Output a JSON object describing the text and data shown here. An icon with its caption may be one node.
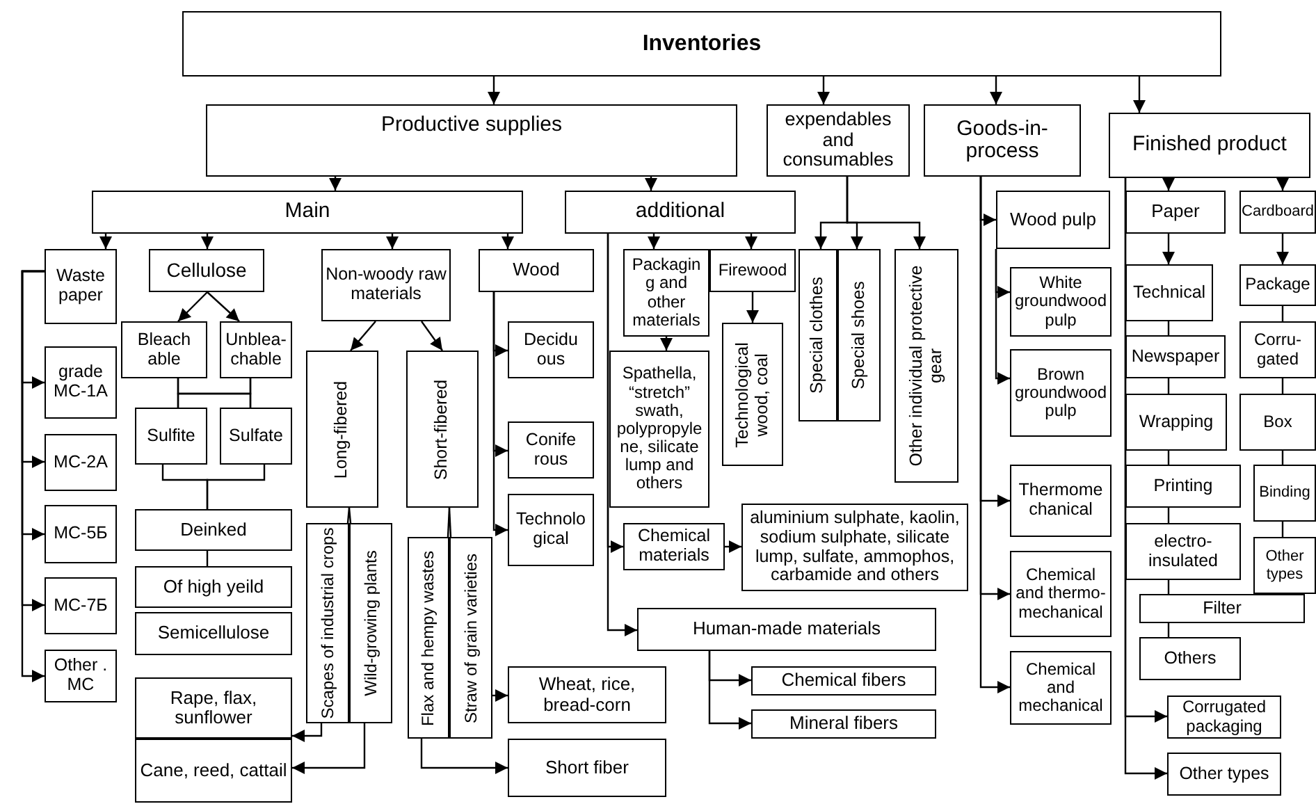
{
  "diagram": {
    "nodes": [
      {
        "text": [
          "Inventories"
        ]
      },
      {
        "text": [
          "Productive supplies"
        ]
      },
      {
        "text": [
          "expendables and consumables"
        ]
      },
      {
        "text": [
          "Goods-in- process"
        ]
      },
      {
        "text": [
          "Finished product"
        ]
      },
      {
        "text": [
          "Main"
        ]
      },
      {
        "text": [
          "additional"
        ]
      },
      {
        "text": [
          "Waste paper"
        ]
      },
      {
        "text": [
          "grade MC-1A"
        ]
      },
      {
        "text": [
          "MC-2A"
        ]
      },
      {
        "text": [
          "MC-5Б"
        ]
      },
      {
        "text": [
          "MC-7Б"
        ]
      },
      {
        "text": [
          "Other . MC"
        ]
      },
      {
        "text": [
          "Cellulose"
        ]
      },
      {
        "text": [
          "Bleach able"
        ]
      },
      {
        "text": [
          "Unblea- chable"
        ]
      },
      {
        "text": [
          "Sulfite"
        ]
      },
      {
        "text": [
          "Sulfate"
        ]
      },
      {
        "text": [
          "Deinked"
        ]
      },
      {
        "text": [
          "Of high yeild"
        ]
      },
      {
        "text": [
          "Semicellulose"
        ]
      },
      {
        "text": [
          "Rape, flax, sunflower"
        ]
      },
      {
        "text": [
          "Cane, reed, cattail"
        ]
      },
      {
        "text": [
          "Non-woody raw materials"
        ]
      },
      {
        "text": [
          "Long-fibered"
        ]
      },
      {
        "text": [
          "Short-fibered"
        ]
      },
      {
        "text": [
          "Scapes of industrial crops"
        ]
      },
      {
        "text": [
          "Wild-growing plants"
        ]
      },
      {
        "text": [
          "Flax and hempy wastes"
        ]
      },
      {
        "text": [
          "Straw of grain varieties"
        ]
      },
      {
        "text": [
          "Wheat, rice, bread-corn"
        ]
      },
      {
        "text": [
          "Short fiber"
        ]
      },
      {
        "text": [
          "Wood"
        ]
      },
      {
        "text": [
          "Decidu ous"
        ]
      },
      {
        "text": [
          "Conife rous"
        ]
      },
      {
        "text": [
          "Technolo gical"
        ]
      },
      {
        "text": [
          "Packagin g and other materials"
        ]
      },
      {
        "text": [
          "Firewood"
        ]
      },
      {
        "text": [
          "Spathella, “stretch” swath, polypropyle ne, silicate lump and others"
        ]
      },
      {
        "text": [
          "Technological wood, coal"
        ]
      },
      {
        "text": [
          "Chemical materials"
        ]
      },
      {
        "text": [
          "aluminium sulphate, kaolin, sodium sulphate, silicate lump, sulfate, ammophos, carbamide and others"
        ]
      },
      {
        "text": [
          "Human-made materials"
        ]
      },
      {
        "text": [
          "Chemical fibers"
        ]
      },
      {
        "text": [
          "Mineral fibers"
        ]
      },
      {
        "text": [
          "Special clothes"
        ]
      },
      {
        "text": [
          "Special shoes"
        ]
      },
      {
        "text": [
          "Other individual protective gear"
        ]
      },
      {
        "text": [
          "Wood pulp"
        ]
      },
      {
        "text": [
          "White groundwood pulp"
        ]
      },
      {
        "text": [
          "Brown groundwood pulp"
        ]
      },
      {
        "text": [
          "Thermome chanical"
        ]
      },
      {
        "text": [
          "Chemical and thermo- mechanical"
        ]
      },
      {
        "text": [
          "Chemical and mechanical"
        ]
      },
      {
        "text": [
          "Paper"
        ]
      },
      {
        "text": [
          "Cardboard"
        ]
      },
      {
        "text": [
          "Technical"
        ]
      },
      {
        "text": [
          "Newspaper"
        ]
      },
      {
        "text": [
          "Wrapping"
        ]
      },
      {
        "text": [
          "Printing"
        ]
      },
      {
        "text": [
          "electro- insulated"
        ]
      },
      {
        "text": [
          "Filter"
        ]
      },
      {
        "text": [
          "Others"
        ]
      },
      {
        "text": [
          "Package"
        ]
      },
      {
        "text": [
          "Corru- gated"
        ]
      },
      {
        "text": [
          "Box"
        ]
      },
      {
        "text": [
          "Binding"
        ]
      },
      {
        "text": [
          "Other types"
        ]
      },
      {
        "text": [
          "Corrugated packaging"
        ]
      },
      {
        "text": [
          "Other types"
        ]
      }
    ],
    "edges": [
      {
        "from": 0,
        "to": 1,
        "arrow": "to"
      },
      {
        "from": 0,
        "to": 2,
        "arrow": "to"
      },
      {
        "from": 0,
        "to": 3,
        "arrow": "to"
      },
      {
        "from": 0,
        "to": 4,
        "arrow": "to"
      },
      {
        "from": 1,
        "to": 5,
        "arrow": "to"
      },
      {
        "from": 1,
        "to": 6,
        "arrow": "to"
      },
      {
        "from": 5,
        "to": 7,
        "arrow": "to"
      },
      {
        "from": 5,
        "to": 13,
        "arrow": "to"
      },
      {
        "from": 5,
        "to": 23,
        "arrow": "to"
      },
      {
        "from": 5,
        "to": 32,
        "arrow": "to"
      },
      {
        "from": 7,
        "to": 8,
        "arrow": "to"
      },
      {
        "from": 7,
        "to": 9,
        "arrow": "to"
      },
      {
        "from": 7,
        "to": 10,
        "arrow": "to"
      },
      {
        "from": 7,
        "to": 11,
        "arrow": "to"
      },
      {
        "from": 7,
        "to": 12,
        "arrow": "to"
      },
      {
        "from": 13,
        "to": 14,
        "arrow": "to"
      },
      {
        "from": 13,
        "to": 15,
        "arrow": "to"
      },
      {
        "from": 14,
        "to": 16,
        "arrow": "none"
      },
      {
        "from": 14,
        "to": 17,
        "arrow": "none"
      },
      {
        "from": 15,
        "to": 16,
        "arrow": "none"
      },
      {
        "from": 15,
        "to": 17,
        "arrow": "none"
      },
      {
        "from": 16,
        "to": 18,
        "arrow": "none"
      },
      {
        "from": 17,
        "to": 18,
        "arrow": "none"
      },
      {
        "from": 18,
        "to": 19,
        "arrow": "none"
      },
      {
        "from": 23,
        "to": 24,
        "arrow": "to"
      },
      {
        "from": 23,
        "to": 25,
        "arrow": "to"
      },
      {
        "from": 24,
        "to": 26,
        "arrow": "none"
      },
      {
        "from": 24,
        "to": 27,
        "arrow": "none"
      },
      {
        "from": 26,
        "to": 21,
        "arrow": "to"
      },
      {
        "from": 27,
        "to": 22,
        "arrow": "to"
      },
      {
        "from": 25,
        "to": 28,
        "arrow": "none"
      },
      {
        "from": 25,
        "to": 29,
        "arrow": "none"
      },
      {
        "from": 29,
        "to": 30,
        "arrow": "to"
      },
      {
        "from": 28,
        "to": 31,
        "arrow": "to"
      },
      {
        "from": 32,
        "to": 33,
        "arrow": "to"
      },
      {
        "from": 32,
        "to": 34,
        "arrow": "to"
      },
      {
        "from": 32,
        "to": 35,
        "arrow": "to"
      },
      {
        "from": 6,
        "to": 36,
        "arrow": "to"
      },
      {
        "from": 6,
        "to": 37,
        "arrow": "to"
      },
      {
        "from": 6,
        "to": 40,
        "arrow": "to"
      },
      {
        "from": 6,
        "to": 42,
        "arrow": "to"
      },
      {
        "from": 36,
        "to": 38,
        "arrow": "to"
      },
      {
        "from": 37,
        "to": 39,
        "arrow": "to"
      },
      {
        "from": 40,
        "to": 41,
        "arrow": "to"
      },
      {
        "from": 42,
        "to": 43,
        "arrow": "to"
      },
      {
        "from": 42,
        "to": 44,
        "arrow": "to"
      },
      {
        "from": 2,
        "to": 45,
        "arrow": "to"
      },
      {
        "from": 2,
        "to": 46,
        "arrow": "to"
      },
      {
        "from": 2,
        "to": 47,
        "arrow": "to"
      },
      {
        "from": 3,
        "to": 48,
        "arrow": "to"
      },
      {
        "from": 3,
        "to": 51,
        "arrow": "to"
      },
      {
        "from": 3,
        "to": 52,
        "arrow": "to"
      },
      {
        "from": 3,
        "to": 53,
        "arrow": "to"
      },
      {
        "from": 48,
        "to": 49,
        "arrow": "to"
      },
      {
        "from": 48,
        "to": 50,
        "arrow": "to"
      },
      {
        "from": 4,
        "to": 54,
        "arrow": "to"
      },
      {
        "from": 4,
        "to": 55,
        "arrow": "to"
      },
      {
        "from": 4,
        "to": 68,
        "arrow": "to"
      },
      {
        "from": 4,
        "to": 69,
        "arrow": "to"
      },
      {
        "from": 54,
        "to": 56,
        "arrow": "to"
      },
      {
        "from": 56,
        "to": 57,
        "arrow": "none"
      },
      {
        "from": 57,
        "to": 58,
        "arrow": "none"
      },
      {
        "from": 58,
        "to": 59,
        "arrow": "none"
      },
      {
        "from": 59,
        "to": 60,
        "arrow": "none"
      },
      {
        "from": 60,
        "to": 61,
        "arrow": "none"
      },
      {
        "from": 61,
        "to": 62,
        "arrow": "none"
      },
      {
        "from": 55,
        "to": 63,
        "arrow": "to"
      },
      {
        "from": 63,
        "to": 64,
        "arrow": "none"
      },
      {
        "from": 64,
        "to": 65,
        "arrow": "none"
      },
      {
        "from": 65,
        "to": 66,
        "arrow": "none"
      },
      {
        "from": 66,
        "to": 67,
        "arrow": "none"
      }
    ]
  }
}
